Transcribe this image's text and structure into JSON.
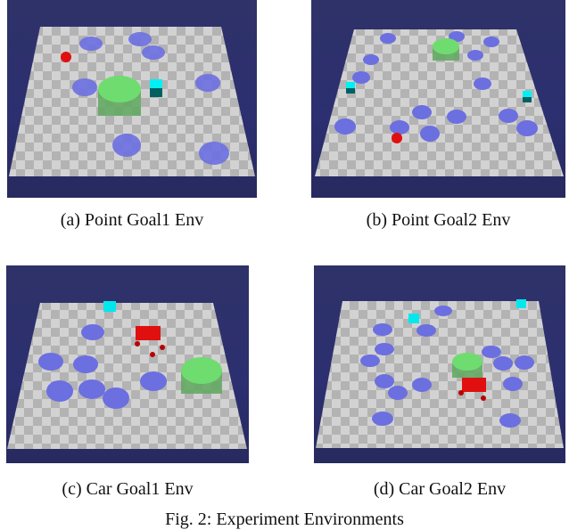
{
  "figure": {
    "caption": "Fig. 2: Experiment Environments",
    "colors": {
      "sky": "#2c2f70",
      "floor_light": "#d2d2d2",
      "floor_dark": "#b0b0b0",
      "hazard": "#6b6fe0",
      "goal": "#6fdc6f",
      "vase": "#00e8ee",
      "robot": "#e01010"
    },
    "panels": [
      {
        "id": "a",
        "label": "(a) Point Goal1 Env",
        "robot": "point"
      },
      {
        "id": "b",
        "label": "(b) Point Goal2 Env",
        "robot": "point"
      },
      {
        "id": "c",
        "label": "(c) Car Goal1 Env",
        "robot": "car"
      },
      {
        "id": "d",
        "label": "(d) Car Goal2 Env",
        "robot": "car"
      }
    ]
  }
}
